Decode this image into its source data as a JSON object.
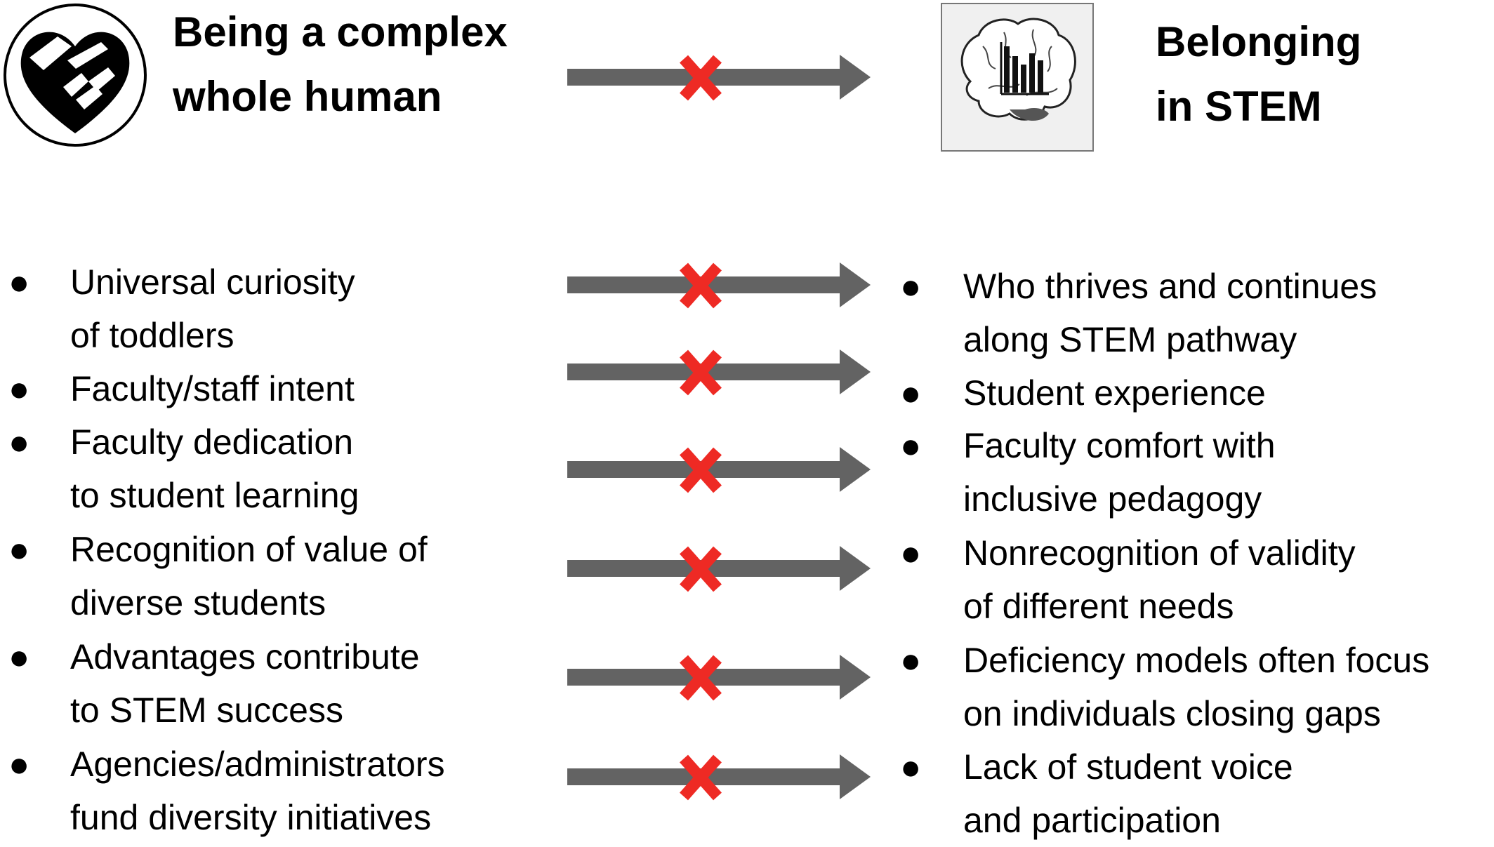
{
  "header": {
    "left_title_lines": [
      "Being a complex",
      "whole human"
    ],
    "right_title_lines": [
      "Belonging",
      "in STEM"
    ],
    "left_icon": "handshake-icon",
    "right_icon": "brain-chart-icon"
  },
  "bullet_glyph": "●",
  "left_items": [
    {
      "lines": [
        "Universal curiosity",
        "of toddlers"
      ]
    },
    {
      "lines": [
        "Faculty/staff intent"
      ]
    },
    {
      "lines": [
        "Faculty dedication",
        "to student learning"
      ]
    },
    {
      "lines": [
        "Recognition of value of",
        "diverse students"
      ]
    },
    {
      "lines": [
        "Advantages contribute",
        "to STEM success"
      ]
    },
    {
      "lines": [
        "Agencies/administrators",
        "fund diversity initiatives"
      ]
    }
  ],
  "right_items": [
    {
      "lines": [
        "Who thrives and continues",
        "along STEM pathway"
      ]
    },
    {
      "lines": [
        "Student experience"
      ]
    },
    {
      "lines": [
        "Faculty comfort with",
        "inclusive pedagogy"
      ]
    },
    {
      "lines": [
        "Nonrecognition of validity",
        "of different needs"
      ]
    },
    {
      "lines": [
        "Deficiency models often focus",
        "on individuals closing gaps"
      ]
    },
    {
      "lines": [
        "Lack of student voice",
        "and participation"
      ]
    }
  ],
  "colors": {
    "arrow": "#636363",
    "cross": "#ee2a24",
    "text": "#000000",
    "icon_frame": "#777777",
    "icon_bg": "#f0f0f0"
  }
}
